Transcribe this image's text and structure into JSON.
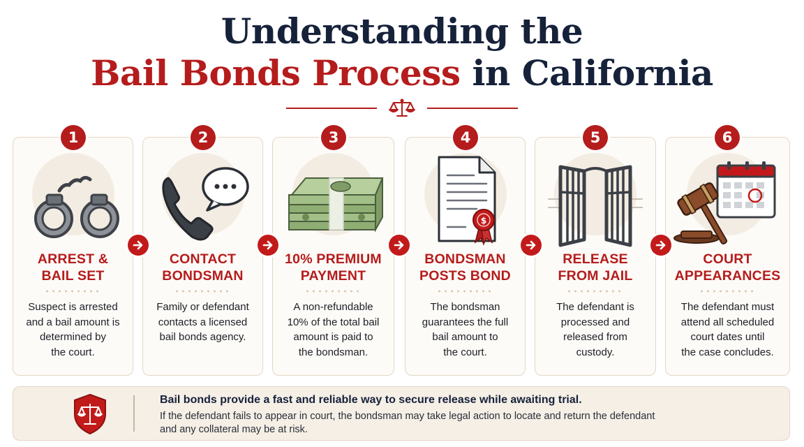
{
  "header": {
    "title_line1": "Understanding the",
    "title_line2_red": "Bail Bonds Process",
    "title_line2_rest": " in California",
    "divider_icon": "scales-of-justice-icon"
  },
  "steps": [
    {
      "number": "1",
      "icon": "handcuffs-icon",
      "title": [
        "ARREST &",
        "BAIL SET"
      ],
      "description": [
        "Suspect is arrested",
        "and a bail amount is",
        "determined by",
        "the court."
      ]
    },
    {
      "number": "2",
      "icon": "phone-speech-bubble-icon",
      "title": [
        "CONTACT",
        "BONDSMAN"
      ],
      "description": [
        "Family or defendant",
        "contacts a licensed",
        "bail bonds agency."
      ]
    },
    {
      "number": "3",
      "icon": "cash-stack-icon",
      "title": [
        "10% PREMIUM",
        "PAYMENT"
      ],
      "description": [
        "A non-refundable",
        "10% of the total bail",
        "amount is paid to",
        "the bondsman."
      ]
    },
    {
      "number": "4",
      "icon": "bond-document-icon",
      "title": [
        "BONDSMAN",
        "POSTS BOND"
      ],
      "description": [
        "The bondsman",
        "guarantees the full",
        "bail amount to",
        "the court."
      ]
    },
    {
      "number": "5",
      "icon": "open-jail-doors-icon",
      "title": [
        "RELEASE",
        "FROM JAIL"
      ],
      "description": [
        "The defendant is",
        "processed and",
        "released from",
        "custody."
      ]
    },
    {
      "number": "6",
      "icon": "gavel-calendar-icon",
      "title": [
        "COURT",
        "APPEARANCES"
      ],
      "description": [
        "The defendant must",
        "attend all scheduled",
        "court dates until",
        "the case concludes."
      ]
    }
  ],
  "footer": {
    "icon": "shield-scales-icon",
    "headline": "Bail bonds provide a fast and reliable way to secure release while awaiting trial.",
    "note": [
      "If the defendant fails to appear in court, the bondsman may take legal action to locate and return the defendant",
      "and any collateral may be at risk."
    ]
  },
  "colors": {
    "accent_red": "#b51c1c",
    "navy": "#16213a",
    "card_bg": "#fdfbf7",
    "card_border": "#e3d6c5",
    "footer_bg": "#f5efe6"
  }
}
